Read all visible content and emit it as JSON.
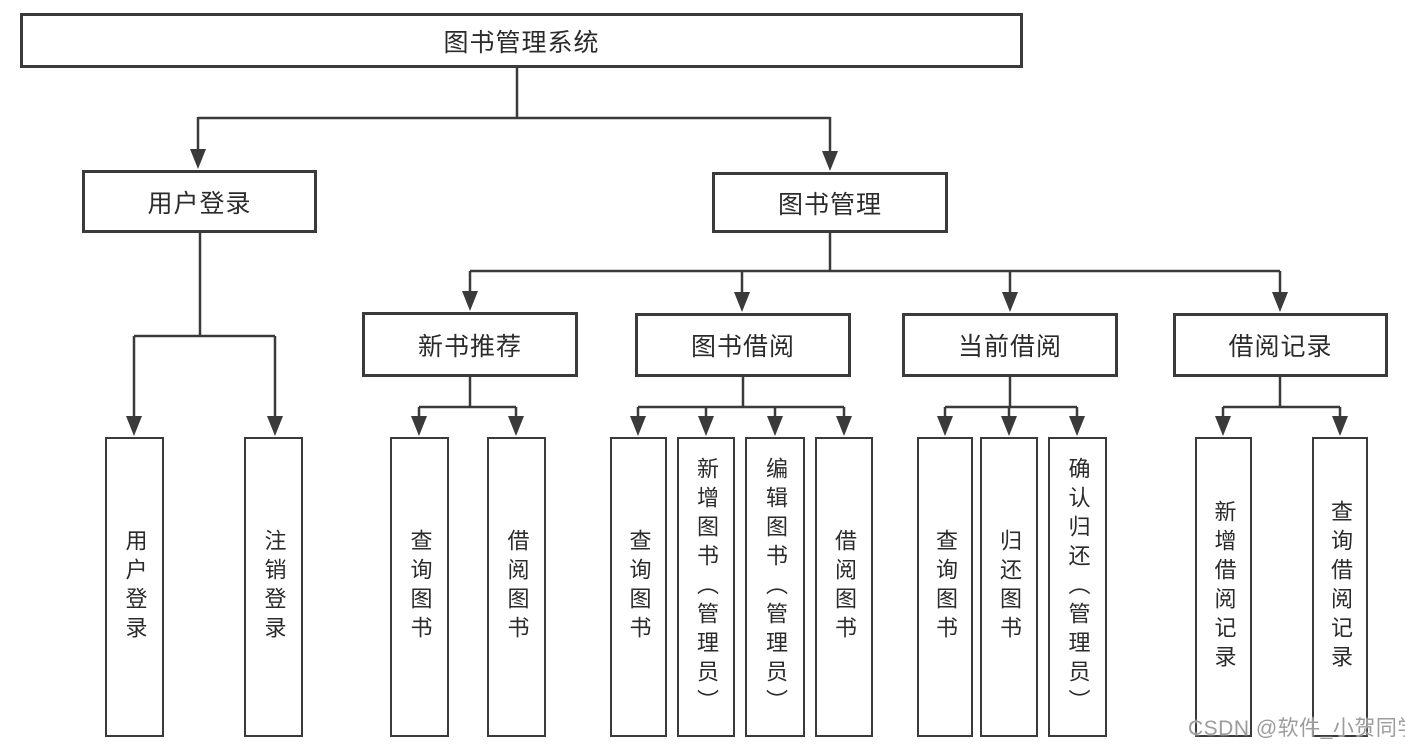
{
  "diagram": {
    "title": "图书管理系统",
    "root": {
      "id": "library-management-system",
      "label": "图书管理系统"
    },
    "level1": [
      {
        "id": "user-login",
        "label": "用户登录",
        "parent": "图书管理系统"
      },
      {
        "id": "book-management",
        "label": "图书管理",
        "parent": "图书管理系统"
      }
    ],
    "level2": [
      {
        "id": "new-book-recommendation",
        "label": "新书推荐",
        "parent": "图书管理"
      },
      {
        "id": "book-borrowing",
        "label": "图书借阅",
        "parent": "图书管理"
      },
      {
        "id": "current-borrowing",
        "label": "当前借阅",
        "parent": "图书管理"
      },
      {
        "id": "borrowing-records",
        "label": "借阅记录",
        "parent": "图书管理"
      }
    ],
    "leaves": [
      {
        "id": "user-login-leaf",
        "label": "用户登录",
        "parent": "用户登录"
      },
      {
        "id": "logout",
        "label": "注销登录",
        "parent": "用户登录"
      },
      {
        "id": "query-books-recommend",
        "label": "查询图书",
        "parent": "新书推荐"
      },
      {
        "id": "borrow-books-recommend",
        "label": "借阅图书",
        "parent": "新书推荐"
      },
      {
        "id": "query-books-borrow",
        "label": "查询图书",
        "parent": "图书借阅"
      },
      {
        "id": "add-books-admin",
        "label": "新增图书（管理员）",
        "parent": "图书借阅"
      },
      {
        "id": "edit-books-admin",
        "label": "编辑图书（管理员）",
        "parent": "图书借阅"
      },
      {
        "id": "borrow-books-borrow",
        "label": "借阅图书",
        "parent": "图书借阅"
      },
      {
        "id": "query-books-current",
        "label": "查询图书",
        "parent": "当前借阅"
      },
      {
        "id": "return-books",
        "label": "归还图书",
        "parent": "当前借阅"
      },
      {
        "id": "confirm-return-admin",
        "label": "确认归还（管理员）",
        "parent": "当前借阅"
      },
      {
        "id": "add-borrow-record",
        "label": "新增借阅记录",
        "parent": "借阅记录"
      },
      {
        "id": "query-borrow-record",
        "label": "查询借阅记录",
        "parent": "借阅记录"
      }
    ]
  },
  "watermark": {
    "text": "CSDN @软件_小贺同学"
  },
  "colors": {
    "line": "#3a3a3a",
    "border": "#3a3a3a",
    "text": "#2b2b2b",
    "background": "#ffffff",
    "watermark": "#9c9c9c"
  }
}
